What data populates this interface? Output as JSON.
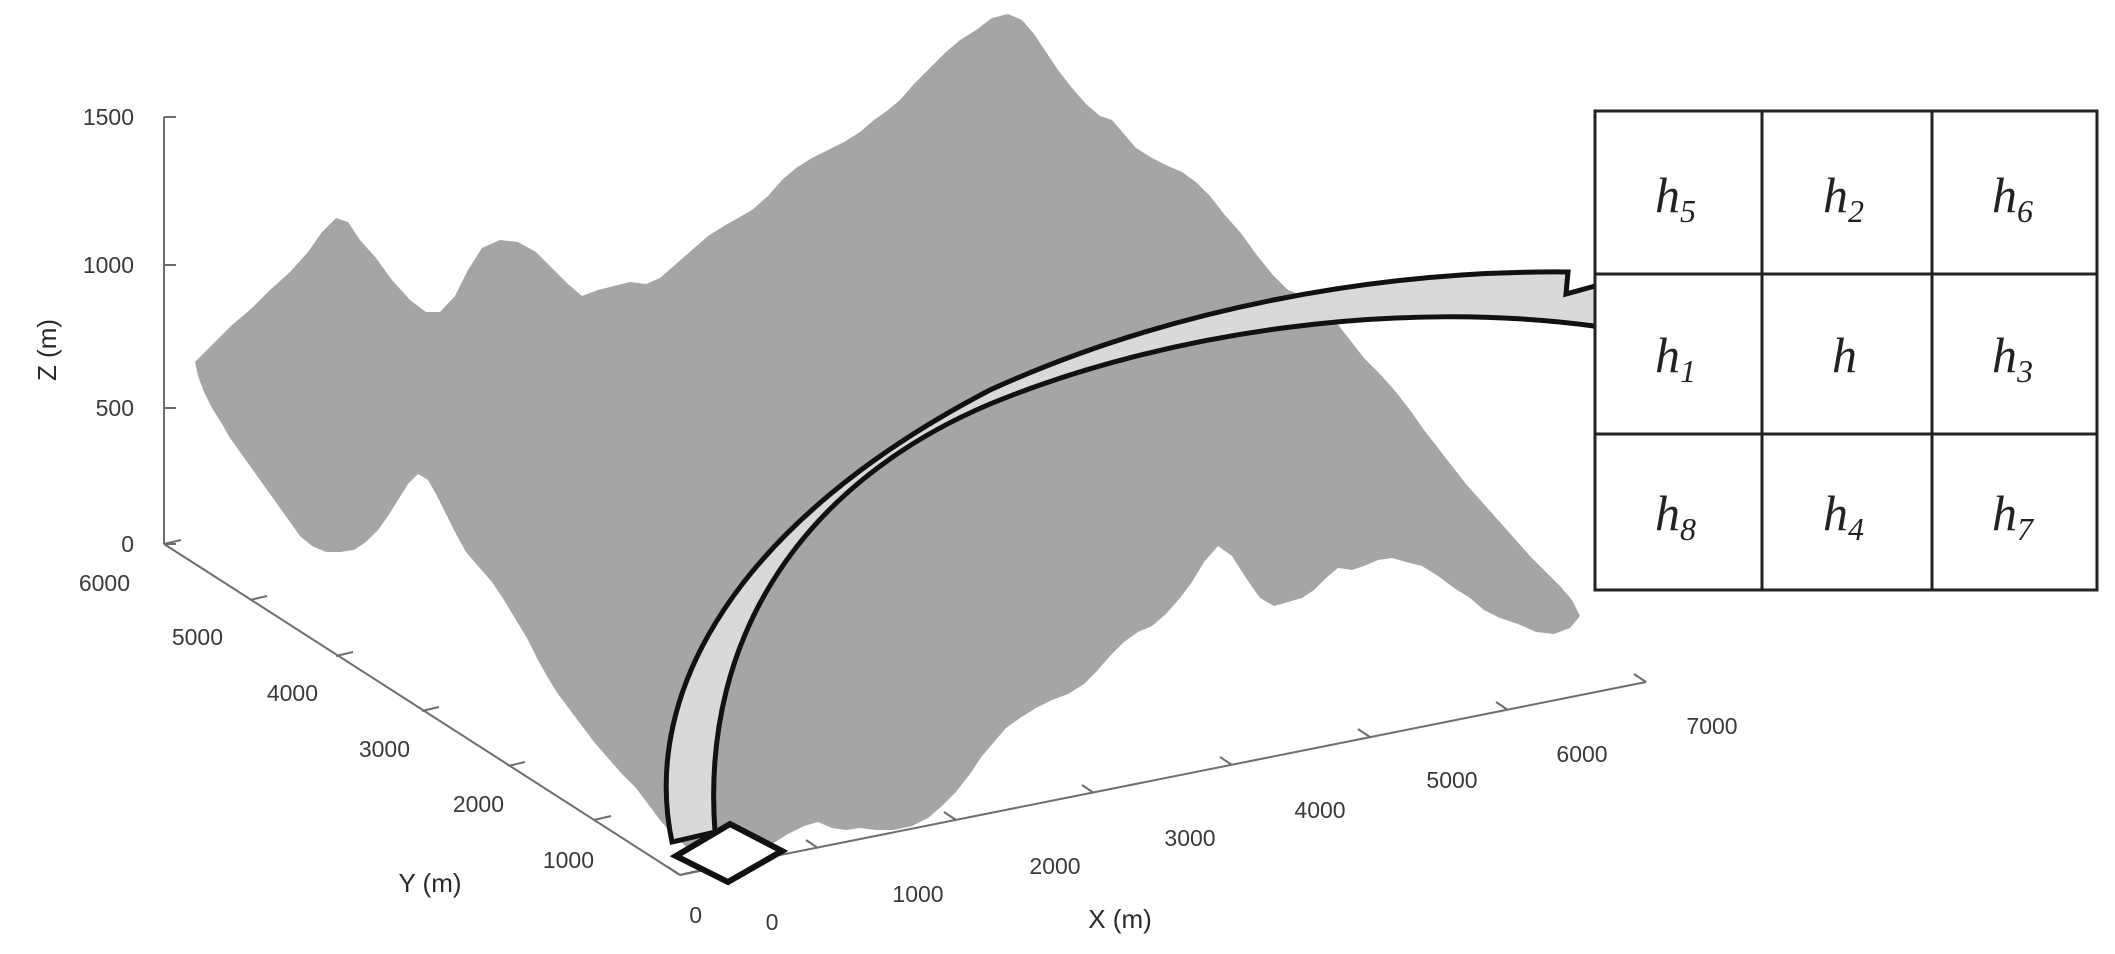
{
  "colors": {
    "terrain": "#a5a5a5",
    "axis": "#6e6e6e",
    "arrow_fill": "#d9d9d9",
    "outline": "#111111",
    "grid_line": "#222222",
    "background": "#ffffff"
  },
  "axes": {
    "z": {
      "label": "Z (m)",
      "ticks": [
        "0",
        "500",
        "1000",
        "1500"
      ]
    },
    "y": {
      "label": "Y (m)",
      "ticks": [
        "0",
        "1000",
        "2000",
        "3000",
        "4000",
        "5000",
        "6000"
      ]
    },
    "x": {
      "label": "X (m)",
      "ticks": [
        "0",
        "1000",
        "2000",
        "3000",
        "4000",
        "5000",
        "6000",
        "7000"
      ]
    }
  },
  "grid": {
    "cells": [
      {
        "base": "h",
        "sub": "5"
      },
      {
        "base": "h",
        "sub": "2"
      },
      {
        "base": "h",
        "sub": "6"
      },
      {
        "base": "h",
        "sub": "1"
      },
      {
        "base": "h",
        "sub": ""
      },
      {
        "base": "h",
        "sub": "3"
      },
      {
        "base": "h",
        "sub": "8"
      },
      {
        "base": "h",
        "sub": "4"
      },
      {
        "base": "h",
        "sub": "7"
      }
    ]
  },
  "icons": {
    "terrain": "terrain-surface",
    "arrow": "curved-arrow",
    "cell_marker": "selected-cell-square"
  }
}
